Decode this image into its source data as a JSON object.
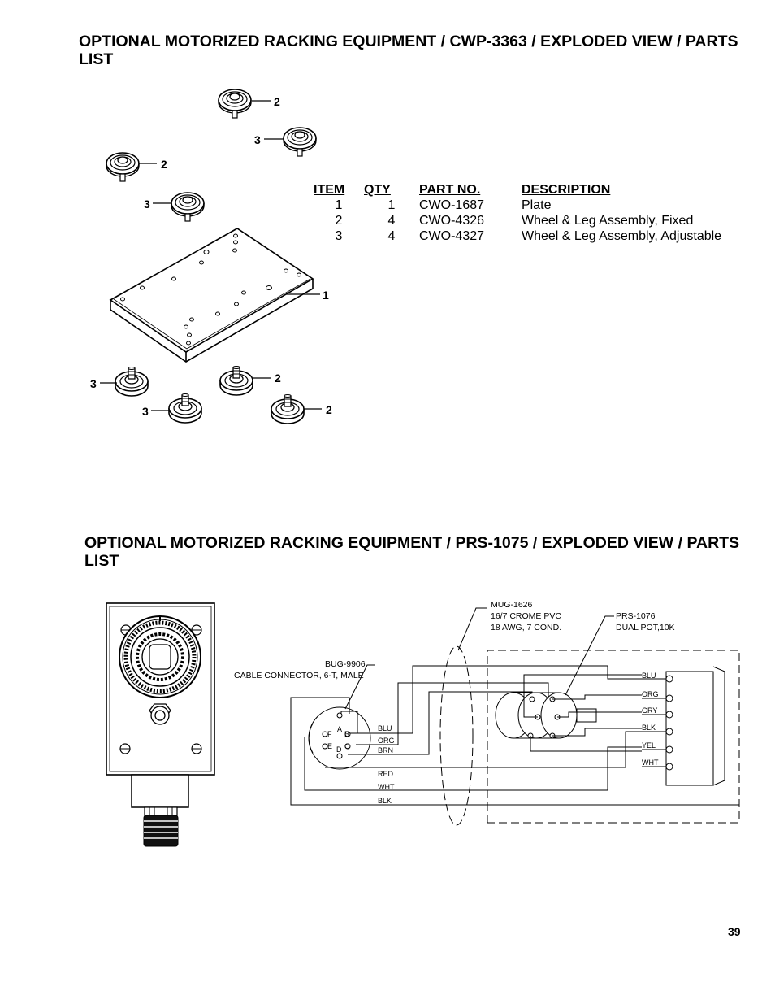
{
  "section1": {
    "title": "OPTIONAL MOTORIZED RACKING EQUIPMENT / CWP-3363 / EXPLODED VIEW / PARTS LIST",
    "callouts": {
      "c1": "2",
      "c2": "3",
      "c3": "2",
      "c4": "3",
      "c5": "1",
      "c6": "3",
      "c7": "2",
      "c8": "3",
      "c9": "2"
    },
    "table": {
      "headers": {
        "item": "ITEM",
        "qty": "QTY",
        "part": "PART NO.",
        "desc": "DESCRIPTION"
      },
      "rows": [
        {
          "item": "1",
          "qty": "1",
          "part": "CWO-1687",
          "desc": "Plate"
        },
        {
          "item": "2",
          "qty": "4",
          "part": "CWO-4326",
          "desc": "Wheel & Leg Assembly, Fixed"
        },
        {
          "item": "3",
          "qty": "4",
          "part": "CWO-4327",
          "desc": "Wheel & Leg Assembly, Adjustable"
        }
      ]
    }
  },
  "section2": {
    "title": "OPTIONAL MOTORIZED RACKING EQUIPMENT / PRS-1075 / EXPLODED VIEW / PARTS LIST",
    "diagram": {
      "cable_label": {
        "part": "MUG-1626",
        "line1": "16/7 CROME PVC",
        "line2": "18 AWG, 7 COND."
      },
      "pot_label": {
        "part": "PRS-1076",
        "line1": "DUAL POT,10K"
      },
      "connector_label": {
        "part": "BUG-9906",
        "line1": "CABLE CONNECTOR, 6-T, MALE"
      },
      "pins": {
        "a": "A",
        "b": "B",
        "c": "C",
        "d": "D",
        "e": "E",
        "f": "F"
      },
      "left_wires": {
        "w1": "BLU",
        "w2": "ORG",
        "w3": "BRN",
        "w4": "RED",
        "w5": "WHT",
        "w6": "BLK"
      },
      "right_wires": {
        "w1": "BLU",
        "w2": "ORG",
        "w3": "GRY",
        "w4": "BLK",
        "w5": "YEL",
        "w6": "WHT"
      }
    }
  },
  "page_number": "39"
}
